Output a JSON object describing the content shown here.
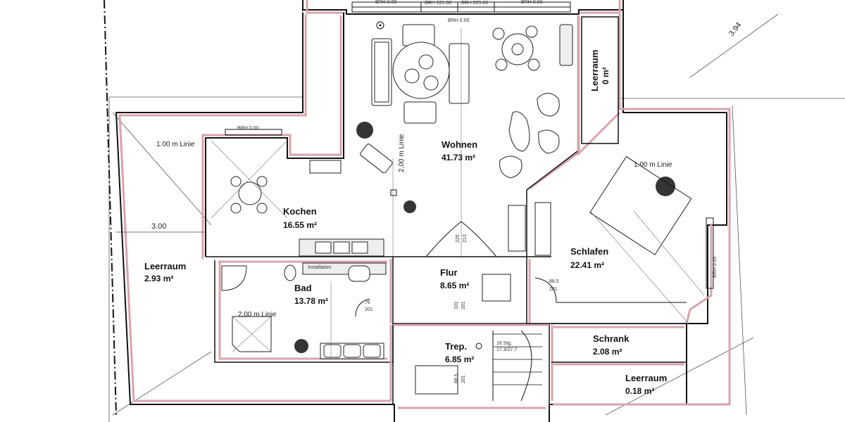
{
  "rooms": {
    "wohnen": {
      "name": "Wohnen",
      "area": "41.73 m²"
    },
    "kochen": {
      "name": "Kochen",
      "area": "16.55 m²"
    },
    "schlafen": {
      "name": "Schlafen",
      "area": "22.41 m²"
    },
    "flur": {
      "name": "Flur",
      "area": "8.65 m²"
    },
    "bad": {
      "name": "Bad",
      "area": "13.78 m²"
    },
    "trep": {
      "name": "Trep.",
      "area": "6.85 m²"
    },
    "schrank": {
      "name": "Schrank",
      "area": "2.08 m²"
    },
    "leerraum_left": {
      "name": "Leerraum",
      "area": "2.93 m²"
    },
    "leerraum_right_top": {
      "name": "Leerraum",
      "area": "0 m²"
    },
    "leerraum_bottom": {
      "name": "Leerraum",
      "area": "0.18 m²"
    }
  },
  "lines": {
    "linie_1": "1.00 m Linie",
    "linie_2": "2,00 m Linie",
    "linie_3": "1.00 m Linie",
    "linie_4": "2,00 m Linie"
  },
  "dimensions": {
    "d_394": "3.94",
    "d_300": "3.00"
  },
  "labels": {
    "brh_000_a": "BRH 0.00",
    "brh_225_a": "BRH 225.00",
    "brh_225_b": "BRH 225.00",
    "brh_000_b": "BRH 0.00",
    "brh_000_c": "BRH 0.00",
    "brh_kochen": "BRH 0.00",
    "brh_schlafen": "BRH 0.00",
    "installation": "Installation",
    "stg": "16 Stg.",
    "stg_size": "17.3/27.7"
  },
  "door_marks": {
    "m1": "225",
    "m2": "213",
    "m3": "76",
    "m4": "201",
    "m5": "101",
    "m6": "201",
    "m7": "88.5",
    "m8": "201",
    "m9": "88.5",
    "m10": "201"
  }
}
